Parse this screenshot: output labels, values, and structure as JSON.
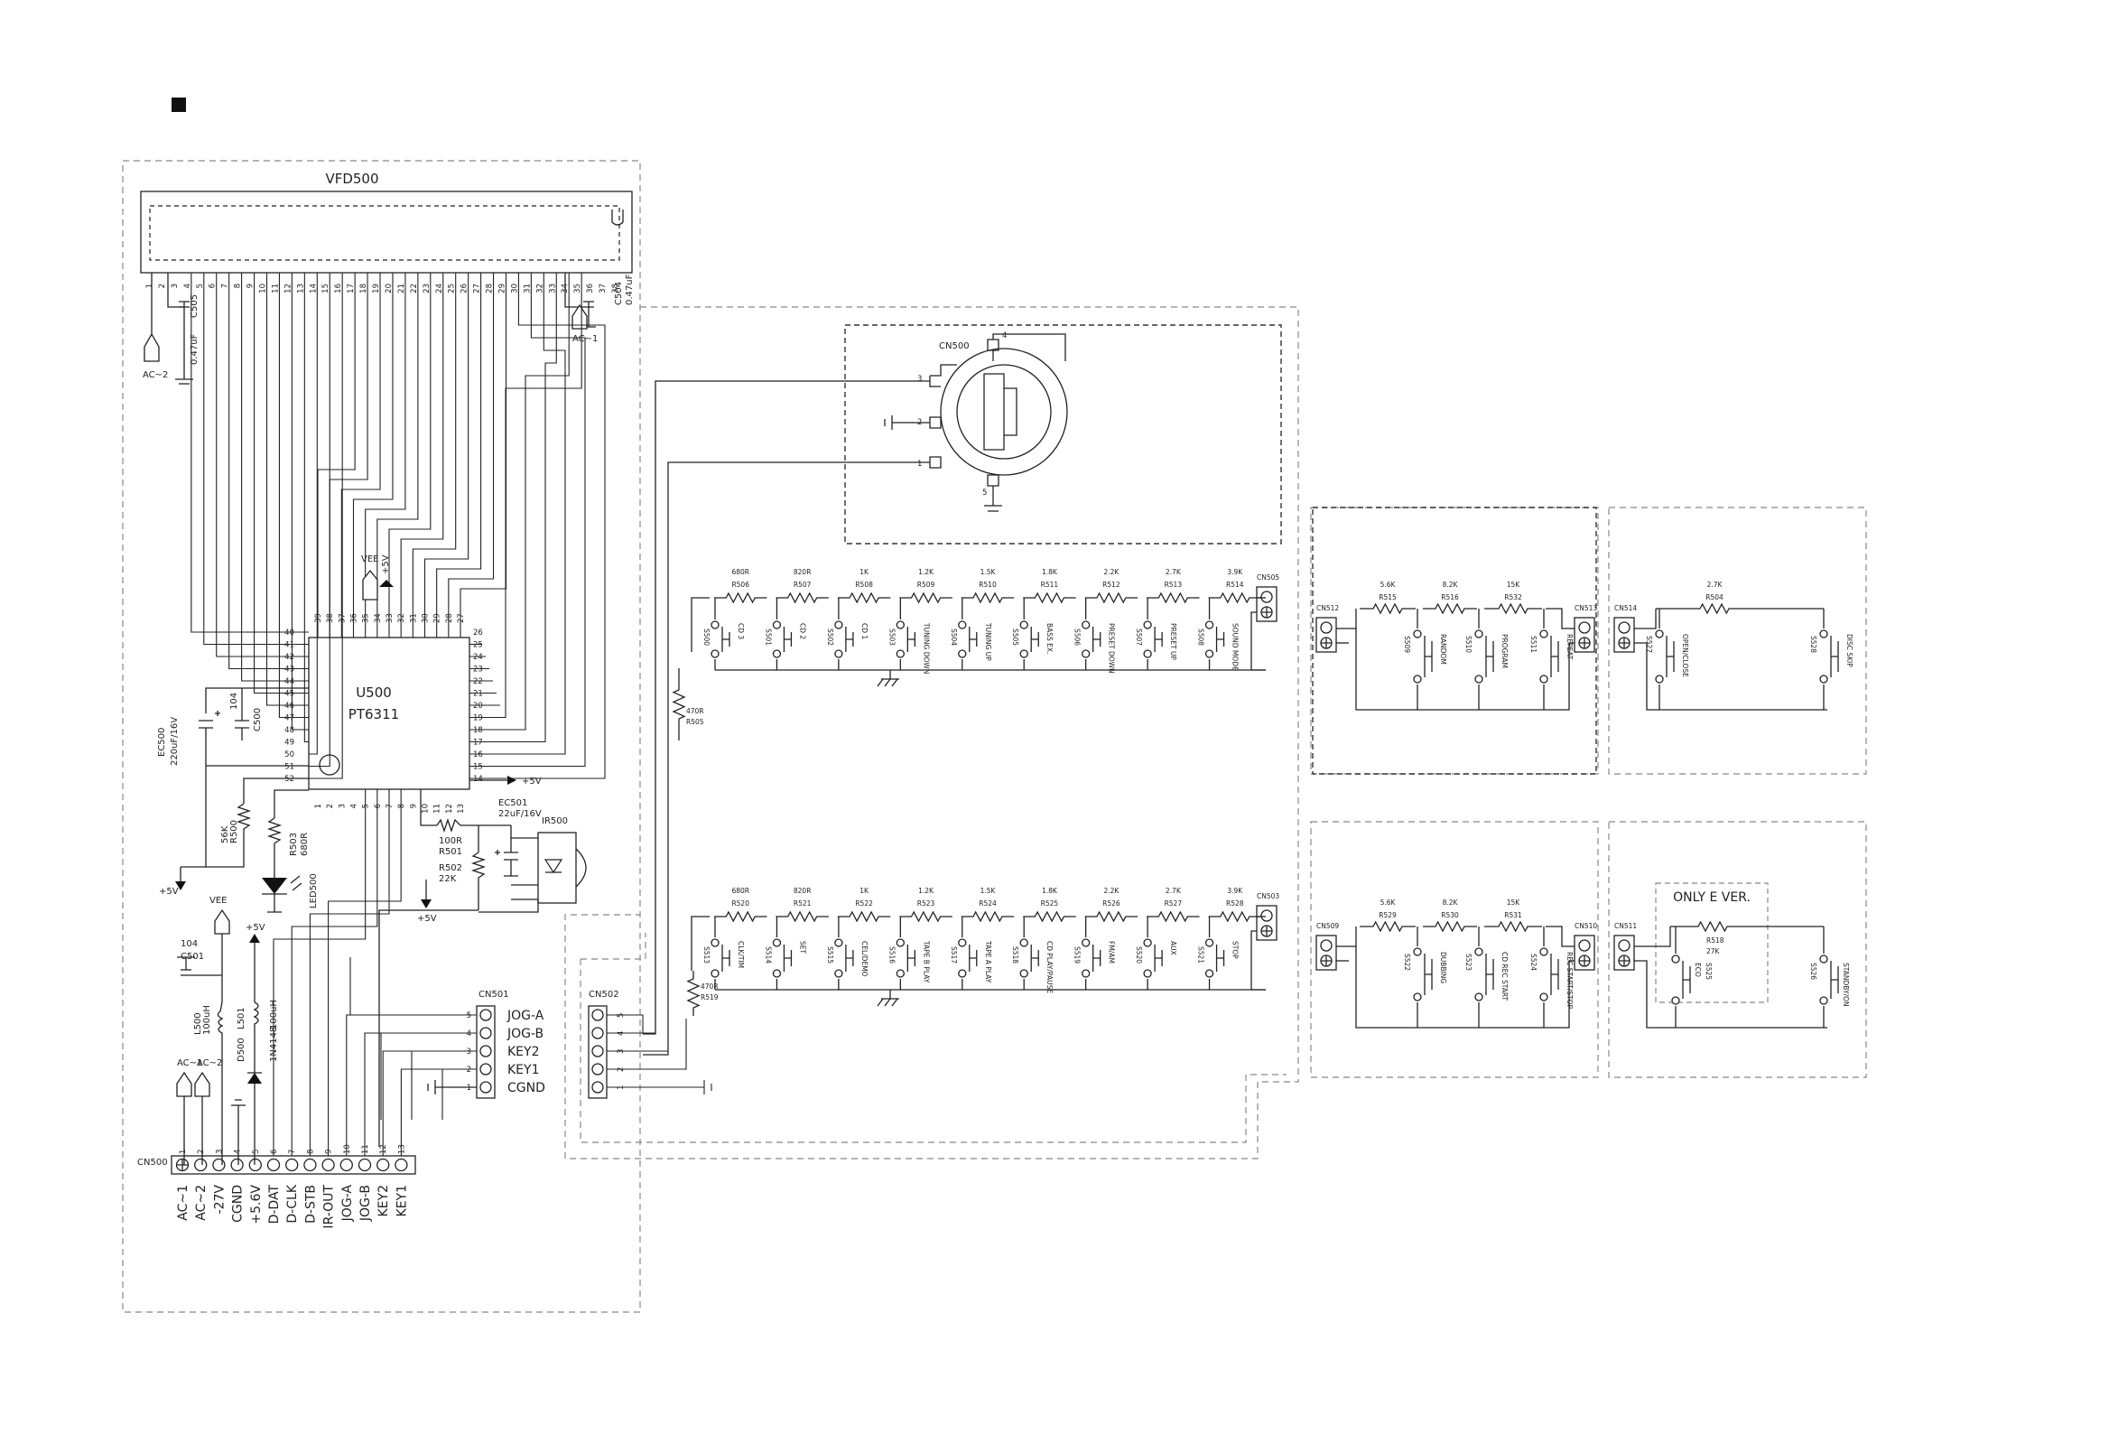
{
  "vfd": {
    "ref": "VFD500"
  },
  "ic": {
    "ref": "U500",
    "part": "PT6311"
  },
  "ic_pins": {
    "left": [
      "40",
      "41",
      "42",
      "43",
      "44",
      "45",
      "46",
      "47",
      "48",
      "49",
      "50",
      "51",
      "52"
    ],
    "right": [
      "26",
      "25",
      "24",
      "23",
      "22",
      "21",
      "20",
      "19",
      "18",
      "17",
      "16",
      "15",
      "14"
    ],
    "top": [
      "39",
      "38",
      "37",
      "36",
      "35",
      "34",
      "33",
      "32",
      "31",
      "30",
      "29",
      "28",
      "27"
    ],
    "bottom": [
      "1",
      "2",
      "3",
      "4",
      "5",
      "6",
      "7",
      "8",
      "9",
      "10",
      "11",
      "12",
      "13"
    ]
  },
  "vfd_pins": [
    "1",
    "2",
    "3",
    "4",
    "5",
    "6",
    "7",
    "8",
    "9",
    "10",
    "11",
    "12",
    "13",
    "14",
    "15",
    "16",
    "17",
    "18",
    "19",
    "20",
    "21",
    "22",
    "23",
    "24",
    "25",
    "26",
    "27",
    "28",
    "29",
    "30",
    "31",
    "32",
    "33",
    "34",
    "35",
    "36",
    "37",
    "38"
  ],
  "top_components": {
    "c505": "C505",
    "c505_val": "0.47uF",
    "c504": "C504",
    "c504_val": "0.47uF",
    "ac2": "AC~2",
    "ac1": "AC~1",
    "vee": "VEE",
    "p5v": "+5V"
  },
  "left_components": {
    "ec500": "EC500",
    "ec500_val": "220uF/16V",
    "c500": "C500",
    "c500_val": "104",
    "r500": "R500",
    "r500_val": "56K",
    "r503": "R503",
    "r503_val": "680R",
    "led500": "LED500",
    "p5v": "+5V"
  },
  "ir_section": {
    "ec501": "EC501",
    "ec501_val": "22uF/16V",
    "r501": "R501",
    "r501_val": "100R",
    "r502": "R502",
    "r502_val": "22K",
    "ir500": "IR500",
    "p5v_a": "+5V",
    "p5v_b": "+5V"
  },
  "psu_section": {
    "vee": "VEE",
    "p5v": "+5V",
    "c501": "C501",
    "c501_val": "104",
    "l500": "L500",
    "l500_val": "100uH",
    "l501": "L501",
    "l501_val": "100uH",
    "d500": "D500",
    "d500_val": "1N4148",
    "ac1": "AC~1",
    "ac2": "AC~2"
  },
  "cn501": {
    "ref": "CN501",
    "pins": [
      "5",
      "4",
      "3",
      "2",
      "1"
    ],
    "signals": [
      "JOG-A",
      "JOG-B",
      "KEY2",
      "KEY1",
      "CGND"
    ]
  },
  "cn500_main": {
    "ref": "CN500",
    "pins": [
      "1",
      "2",
      "3",
      "4",
      "5",
      "6",
      "7",
      "8",
      "9",
      "10",
      "11",
      "12",
      "13"
    ],
    "signals": [
      "AC~1",
      "AC~2",
      "-27V",
      "CGND",
      "+5.6V",
      "D-DAT",
      "D-CLK",
      "D-STB",
      "IR-OUT",
      "JOG-A",
      "JOG-B",
      "KEY2",
      "KEY1"
    ]
  },
  "encoder": {
    "ref": "CN500",
    "pins": [
      "3",
      "2",
      "1",
      "5",
      "4"
    ]
  },
  "cn502": {
    "ref": "CN502",
    "pins": [
      "5",
      "4",
      "3",
      "2",
      "1"
    ]
  },
  "row1": {
    "resistors": [
      {
        "ref": "R506",
        "val": "680R"
      },
      {
        "ref": "R507",
        "val": "820R"
      },
      {
        "ref": "R508",
        "val": "1K"
      },
      {
        "ref": "R509",
        "val": "1.2K"
      },
      {
        "ref": "R510",
        "val": "1.5K"
      },
      {
        "ref": "R511",
        "val": "1.8K"
      },
      {
        "ref": "R512",
        "val": "2.2K"
      },
      {
        "ref": "R513",
        "val": "2.7K"
      },
      {
        "ref": "R514",
        "val": "3.9K"
      }
    ],
    "switches": [
      {
        "ref": "S500",
        "label": "CD 3"
      },
      {
        "ref": "S501",
        "label": "CD 2"
      },
      {
        "ref": "S502",
        "label": "CD 1"
      },
      {
        "ref": "S503",
        "label": "TUNING DOWN"
      },
      {
        "ref": "S504",
        "label": "TUNING UP"
      },
      {
        "ref": "S505",
        "label": "BASS EX."
      },
      {
        "ref": "S506",
        "label": "PRESET DOWN"
      },
      {
        "ref": "S507",
        "label": "PRESET UP"
      },
      {
        "ref": "S508",
        "label": "SOUND MODE"
      }
    ],
    "connector": "CN505",
    "series_r": {
      "ref": "R505",
      "val": "470R"
    }
  },
  "row2": {
    "resistors": [
      {
        "ref": "R520",
        "val": "680R"
      },
      {
        "ref": "R521",
        "val": "820R"
      },
      {
        "ref": "R522",
        "val": "1K"
      },
      {
        "ref": "R523",
        "val": "1.2K"
      },
      {
        "ref": "R524",
        "val": "1.5K"
      },
      {
        "ref": "R525",
        "val": "1.8K"
      },
      {
        "ref": "R526",
        "val": "2.2K"
      },
      {
        "ref": "R527",
        "val": "2.7K"
      },
      {
        "ref": "R528",
        "val": "3.9K"
      }
    ],
    "switches": [
      {
        "ref": "S513",
        "label": "CLK/TIM"
      },
      {
        "ref": "S514",
        "label": "SET"
      },
      {
        "ref": "S515",
        "label": "CEL/DEMO"
      },
      {
        "ref": "S516",
        "label": "TAPE B PLAY"
      },
      {
        "ref": "S517",
        "label": "TAPE A PLAY"
      },
      {
        "ref": "S518",
        "label": "CD PLAY/PAUSE"
      },
      {
        "ref": "S519",
        "label": "FM/AM"
      },
      {
        "ref": "S520",
        "label": "AUX"
      },
      {
        "ref": "S521",
        "label": "STOP"
      }
    ],
    "connector": "CN503",
    "series_r": {
      "ref": "R519",
      "val": "470R"
    }
  },
  "panel_a": {
    "cn_left": "CN512",
    "cn_right": "CN513",
    "resistors": [
      {
        "ref": "R515",
        "val": "5.6K"
      },
      {
        "ref": "R516",
        "val": "8.2K"
      },
      {
        "ref": "R532",
        "val": "15K"
      }
    ],
    "switches": [
      {
        "ref": "S509",
        "label": "RANDOM"
      },
      {
        "ref": "S510",
        "label": "PROGRAM"
      },
      {
        "ref": "S511",
        "label": "REPEAT"
      }
    ]
  },
  "panel_b": {
    "cn_left": "CN514",
    "resistor": {
      "ref": "R504",
      "val": "2.7K"
    },
    "switches": [
      {
        "ref": "S527",
        "label": "OPEN/CLOSE"
      },
      {
        "ref": "S528",
        "label": "DISC SKIP"
      }
    ]
  },
  "panel_c": {
    "cn_left": "CN509",
    "cn_right": "CN510",
    "resistors": [
      {
        "ref": "R529",
        "val": "5.6K"
      },
      {
        "ref": "R530",
        "val": "8.2K"
      },
      {
        "ref": "R531",
        "val": "15K"
      }
    ],
    "switches": [
      {
        "ref": "S522",
        "label": "DUBBING"
      },
      {
        "ref": "S523",
        "label": "CD REC START"
      },
      {
        "ref": "S524",
        "label": "REC START/STOP"
      }
    ]
  },
  "panel_d": {
    "cn_left": "CN511",
    "note": "ONLY E VER.",
    "resistor": {
      "ref": "R518",
      "val": "27K"
    },
    "switches": [
      {
        "ref": "S525",
        "label": "ECO"
      },
      {
        "ref": "S526",
        "label": "STANDBY/ON"
      }
    ]
  }
}
